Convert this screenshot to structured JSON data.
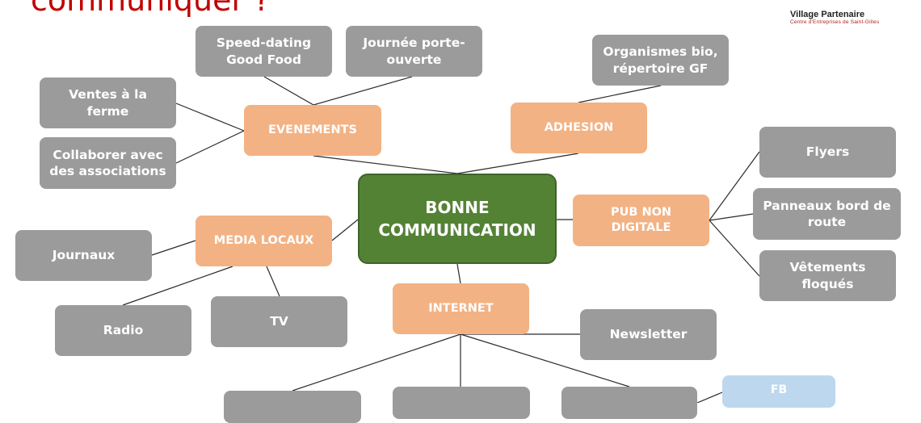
{
  "title": "communiquer ?",
  "logo": {
    "name": "Village Partenaire",
    "subtitle": "Centre d'Entreprises de Saint-Gilles"
  },
  "center": {
    "label": "BONNE\nCOMMUNICATION",
    "color": "#548235"
  },
  "colors": {
    "category": "#f3b283",
    "leaf": "#9b9b9b",
    "fb": "#bdd7ee",
    "line": "#2a2a2a",
    "title": "#c00000"
  },
  "categories": {
    "evenements": "EVENEMENTS",
    "adhesion": "ADHESION",
    "pub_non_digitale": "PUB NON\nDIGITALE",
    "media_locaux": "MEDIA LOCAUX",
    "internet": "INTERNET"
  },
  "leaves": {
    "speed_dating": "Speed-dating\nGood Food",
    "journee_porte_ouverte": "Journée porte-\nouverte",
    "ventes_ferme": "Ventes à la\nferme",
    "collaborer_associations": "Collaborer avec\ndes associations",
    "organismes_bio": "Organismes bio,\nrépertoire GF",
    "flyers": "Flyers",
    "panneaux": "Panneaux bord de\nroute",
    "vetements": "Vêtements\nfloqués",
    "journaux": "Journaux",
    "radio": "Radio",
    "tv": "TV",
    "newsletter": "Newsletter",
    "internet_1": "",
    "internet_2": "",
    "internet_3": "",
    "fb": "FB"
  }
}
